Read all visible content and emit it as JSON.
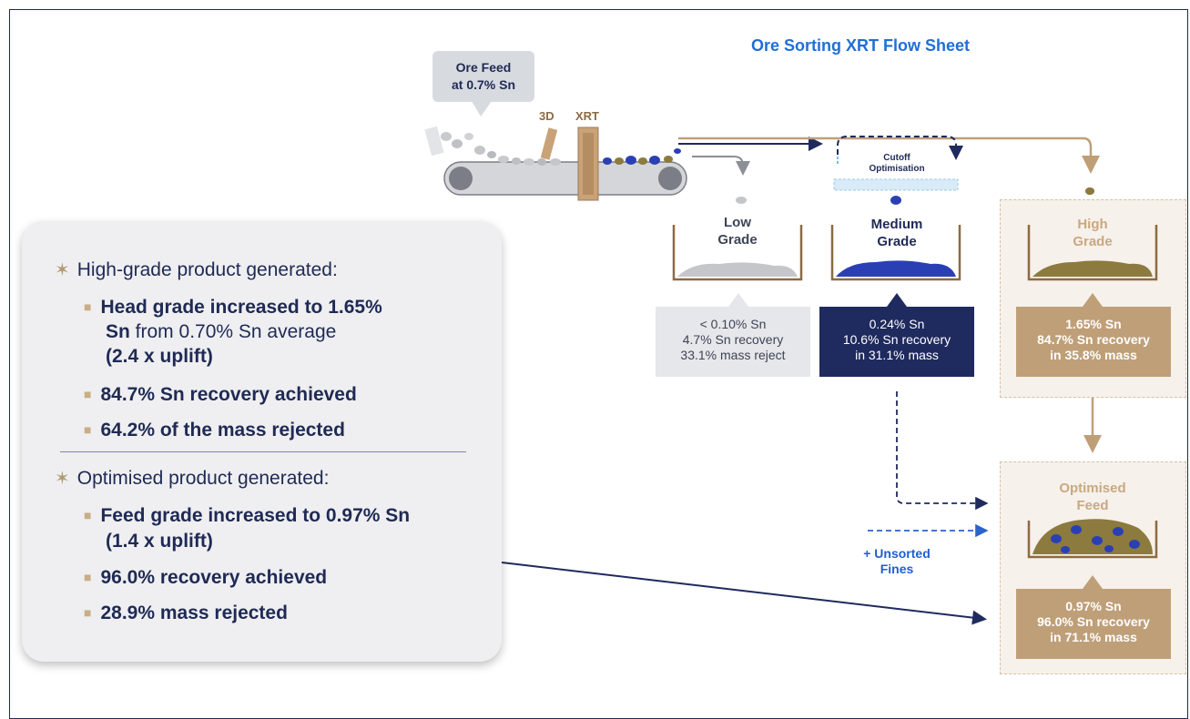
{
  "title": "Ore Sorting XRT Flow Sheet",
  "feed_callout": {
    "line1": "Ore Feed",
    "line2": "at 0.7% Sn"
  },
  "sensors": {
    "d3": "3D",
    "xrt": "XRT"
  },
  "cutoff": {
    "line1": "Cutoff",
    "line2": "Optimisation"
  },
  "bins": {
    "low": {
      "line1": "Low",
      "line2": "Grade",
      "info": [
        "< 0.10% Sn",
        "4.7% Sn recovery",
        "33.1% mass reject"
      ]
    },
    "medium": {
      "line1": "Medium",
      "line2": "Grade",
      "info": [
        "0.24% Sn",
        "10.6% Sn recovery",
        "in 31.1% mass"
      ]
    },
    "high": {
      "line1": "High",
      "line2": "Grade",
      "info": [
        "1.65% Sn",
        "84.7% Sn recovery",
        "in 35.8% mass"
      ]
    },
    "optimised": {
      "line1": "Optimised",
      "line2": "Feed",
      "info": [
        "0.97% Sn",
        "96.0% Sn recovery",
        "in 71.1% mass"
      ]
    }
  },
  "unsorted_fines": {
    "line1": "+ Unsorted",
    "line2": "Fines"
  },
  "summary": {
    "high_heading": "High-grade product generated:",
    "high_b1_bold_a": "Head grade increased to 1.65%",
    "high_b1_bold_b": "Sn",
    "high_b1_rest": " from 0.70% Sn average",
    "high_b1_bold_c": "(2.4 x uplift)",
    "high_b2": "84.7% Sn recovery achieved",
    "high_b3": "64.2% of the mass rejected",
    "opt_heading": "Optimised product generated:",
    "opt_b1a": "Feed grade increased to 0.97% Sn",
    "opt_b1b": "(1.4 x uplift)",
    "opt_b2": "96.0% recovery achieved",
    "opt_b3": "28.9% mass rejected"
  },
  "colors": {
    "navy": "#1f2a5e",
    "blue": "#1f6fd6",
    "tan": "#bf9f78",
    "grey": "#e6e7ea"
  }
}
